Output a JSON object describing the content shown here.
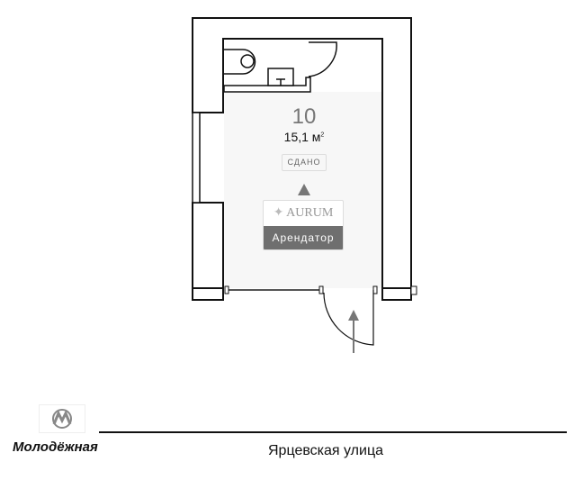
{
  "unit": {
    "number": "10",
    "area": "15,1 м",
    "area_unit_sup": "2",
    "status": "СДАНО"
  },
  "tenant": {
    "logo_text": "AURUM",
    "label": "Арендатор"
  },
  "location": {
    "metro_station": "Молодёжная",
    "street": "Ярцевская улица"
  },
  "colors": {
    "room_fill": "#f7f7f7",
    "wall": "#111111",
    "arrow": "#777777",
    "tenant_label_bg": "#6f6f6f"
  }
}
